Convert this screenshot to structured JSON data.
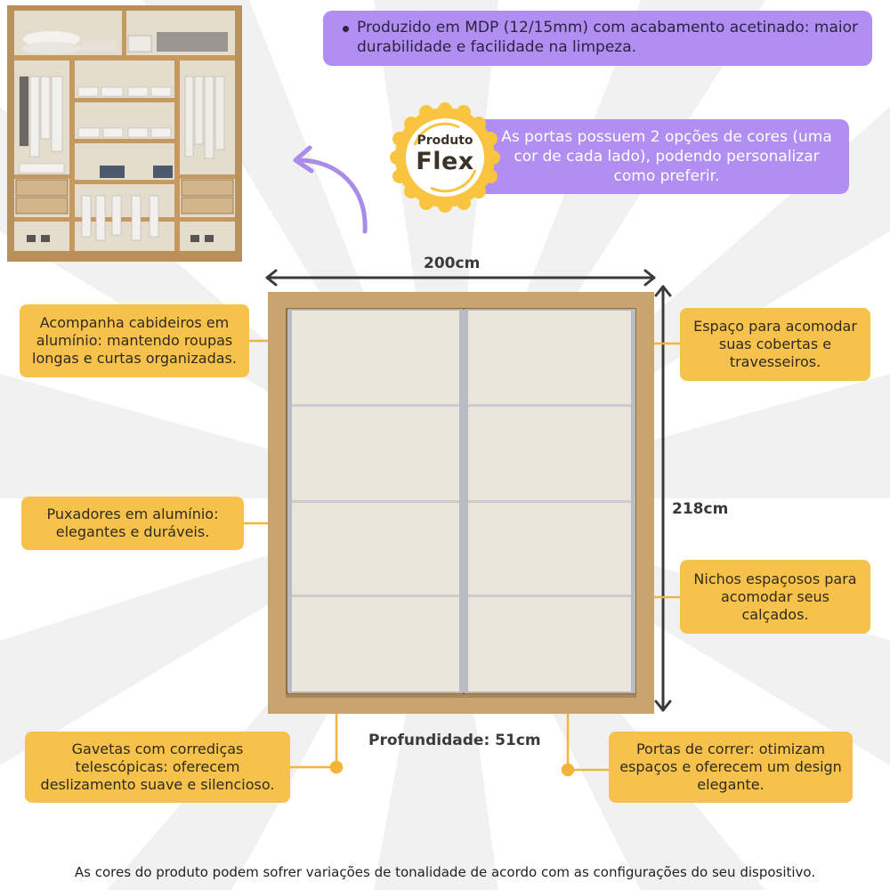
{
  "top_note": "Produzido em MDP (12/15mm) com acabamento acetinado: maior durabilidade e facilidade na limpeza.",
  "badge": {
    "line1": "Produto",
    "line2": "Flex"
  },
  "flex_note": "As portas possuem 2 opções de cores (uma cor de cada lado), podendo personalizar como preferir.",
  "dimensions": {
    "width": "200cm",
    "height": "218cm",
    "depth": "Profundidade: 51cm"
  },
  "callouts": {
    "hangers": "Acompanha cabideiros em alumínio: mantendo roupas longas e curtas organizadas.",
    "blankets": "Espaço para acomodar suas cobertas e travesseiros.",
    "handles": "Puxadores em alumínio: elegantes e duráveis.",
    "shoes": "Nichos espaçosos para acomodar seus calçados.",
    "drawers": "Gavetas com corrediças telescópicas: oferecem deslizamento suave e silencioso.",
    "doors": "Portas de correr: otimizam espaços e oferecem um design elegante."
  },
  "footer": "As cores do produto podem sofrer variações de tonalidade de acordo com as configurações do seu dispositivo.",
  "colors": {
    "purple": "#b08ef2",
    "yellow": "#f7c24c",
    "wood": "#c8a56f",
    "door": "#ebe6dc"
  }
}
